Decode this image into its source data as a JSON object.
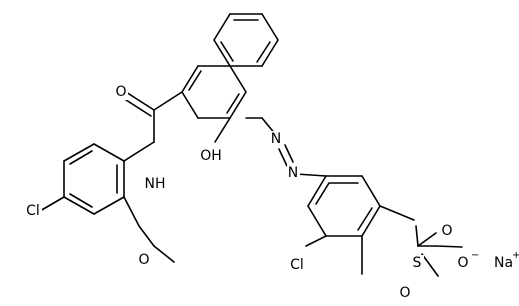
{
  "molecule": {
    "atom_labels": {
      "carbonyl_oxygen": "O",
      "amide_nh": "NH",
      "hydroxyl": "OH",
      "azo_n1": "N",
      "azo_n2": "N",
      "chloro_left": "Cl",
      "methoxy_oxygen": "O",
      "chloro_right": "Cl",
      "sulfur": "S",
      "sulfonyl_o_top": "O",
      "sulfonyl_o_bottom": "O",
      "sulfonate_oxygen": "O",
      "sulfonate_charge": "−",
      "sodium": "Na",
      "sodium_charge": "+"
    }
  }
}
